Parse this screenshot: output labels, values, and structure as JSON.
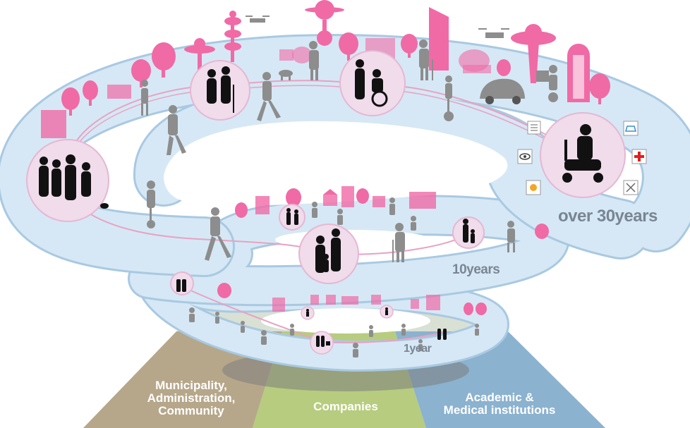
{
  "stakeholders": [
    {
      "label": "Municipality,\nAdministration,\nCommunity",
      "color": "#b6a78a"
    },
    {
      "label": "Companies",
      "color": "#b7cc7e"
    },
    {
      "label": "Academic &\nMedical institutions",
      "color": "#8bb2cf"
    }
  ],
  "timeline": {
    "one_year": "1year",
    "ten_years": "10years",
    "thirty_years": "over 30years"
  },
  "service_icons": [
    "document-icon",
    "car-icon",
    "eye-icon",
    "medical-cross-icon",
    "sun-icon",
    "utensils-icon"
  ],
  "colors": {
    "spiral": "#d6e8f5",
    "spiral_edge": "#a9c9e2",
    "path_line": "#e7a2c3",
    "pink": "#f06aa6",
    "bubble": "#f0dceb",
    "silhouette": "#111111",
    "grey_figure": "#8d8d8d"
  }
}
